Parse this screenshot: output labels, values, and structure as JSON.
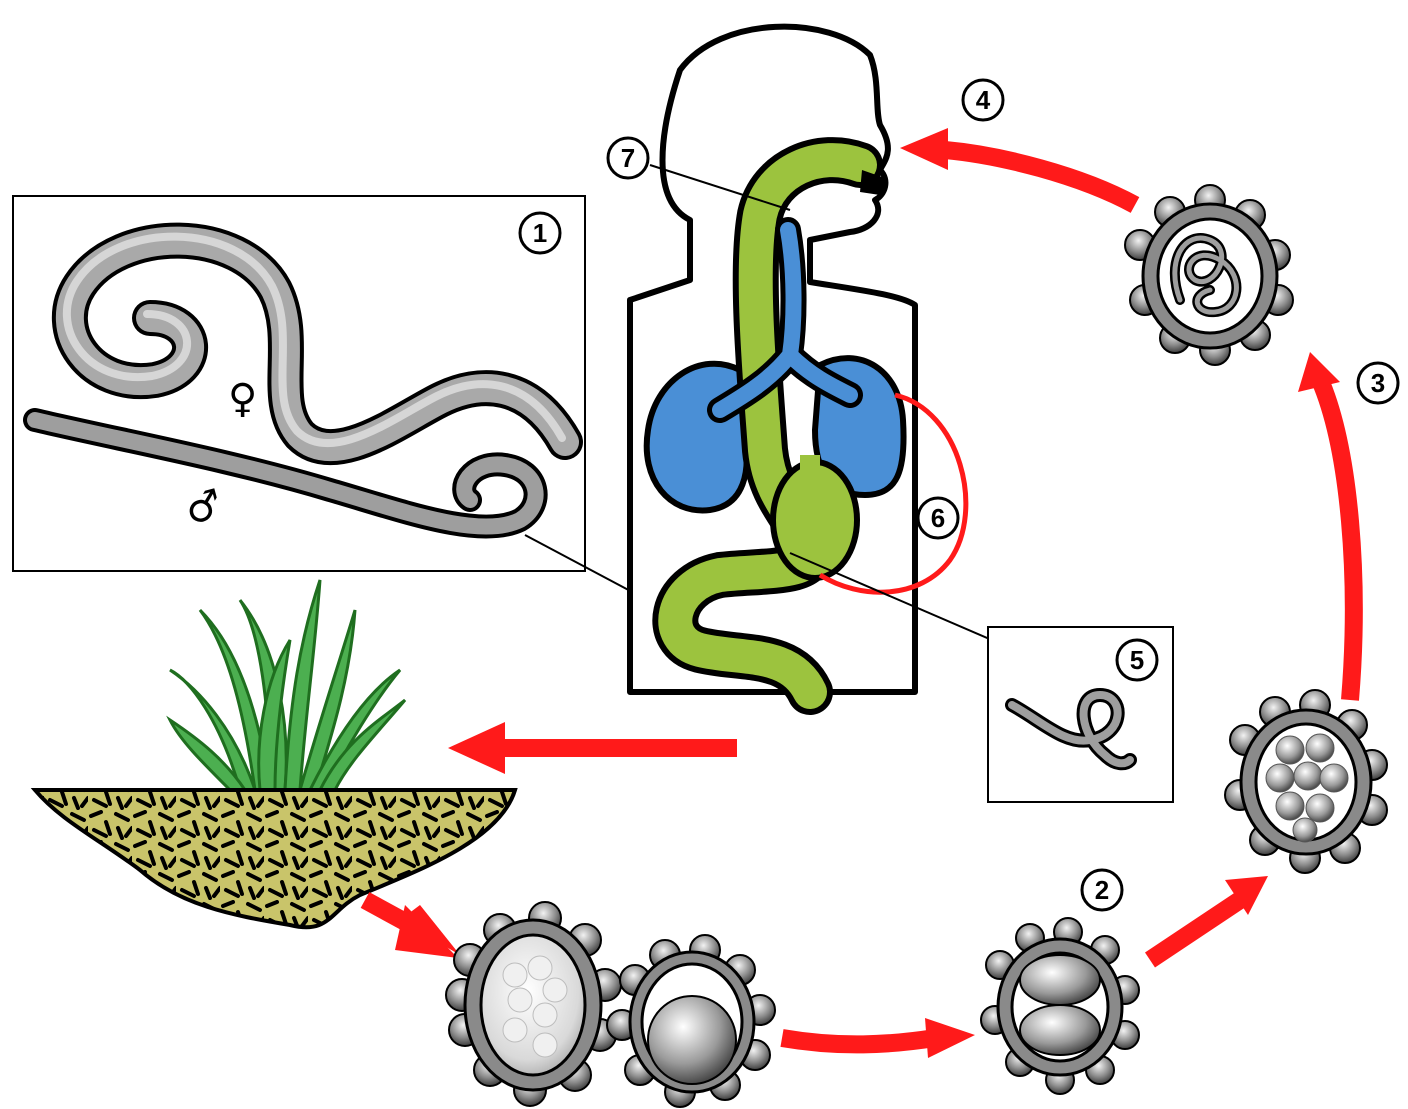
{
  "colors": {
    "arrow": "#ff1a1a",
    "digestive_tract": "#9cc33e",
    "lungs": "#4a8fd6",
    "worm_gray": "#a6a6a6",
    "grass": "#3a9a3a",
    "soil": "#c9c46a",
    "outline": "#000000"
  },
  "step_labels": {
    "s1": "1",
    "s2": "2",
    "s3": "3",
    "s4": "4",
    "s5": "5",
    "s6": "6",
    "s7": "7"
  },
  "symbols": {
    "female": "♀",
    "male": "♂"
  },
  "icons": [
    "human-body-icon",
    "female-worm-icon",
    "male-worm-icon",
    "larva-icon",
    "egg-icon",
    "grass-soil-icon",
    "arrow-icon"
  ]
}
